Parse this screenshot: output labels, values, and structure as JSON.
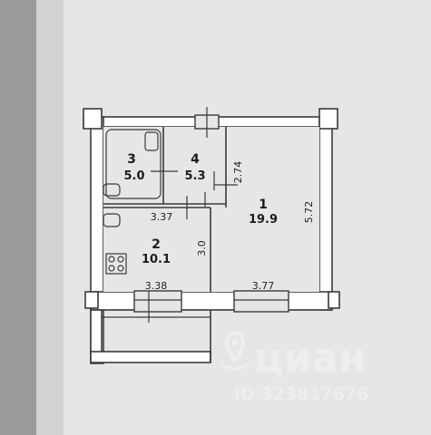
{
  "rooms": [
    {
      "number": "1",
      "area": "19.9"
    },
    {
      "number": "2",
      "area": "10.1"
    },
    {
      "number": "3",
      "area": "5.0"
    },
    {
      "number": "4",
      "area": "5.3"
    }
  ],
  "dimensions": {
    "room4_height": "2.74",
    "room1_height": "5.72",
    "corridor_width": "3.37",
    "room2_height": "3.0",
    "room2_width": "3.38",
    "room1_width": "3.77"
  },
  "watermark": {
    "brand": "циан",
    "id": "ID 323817676"
  }
}
